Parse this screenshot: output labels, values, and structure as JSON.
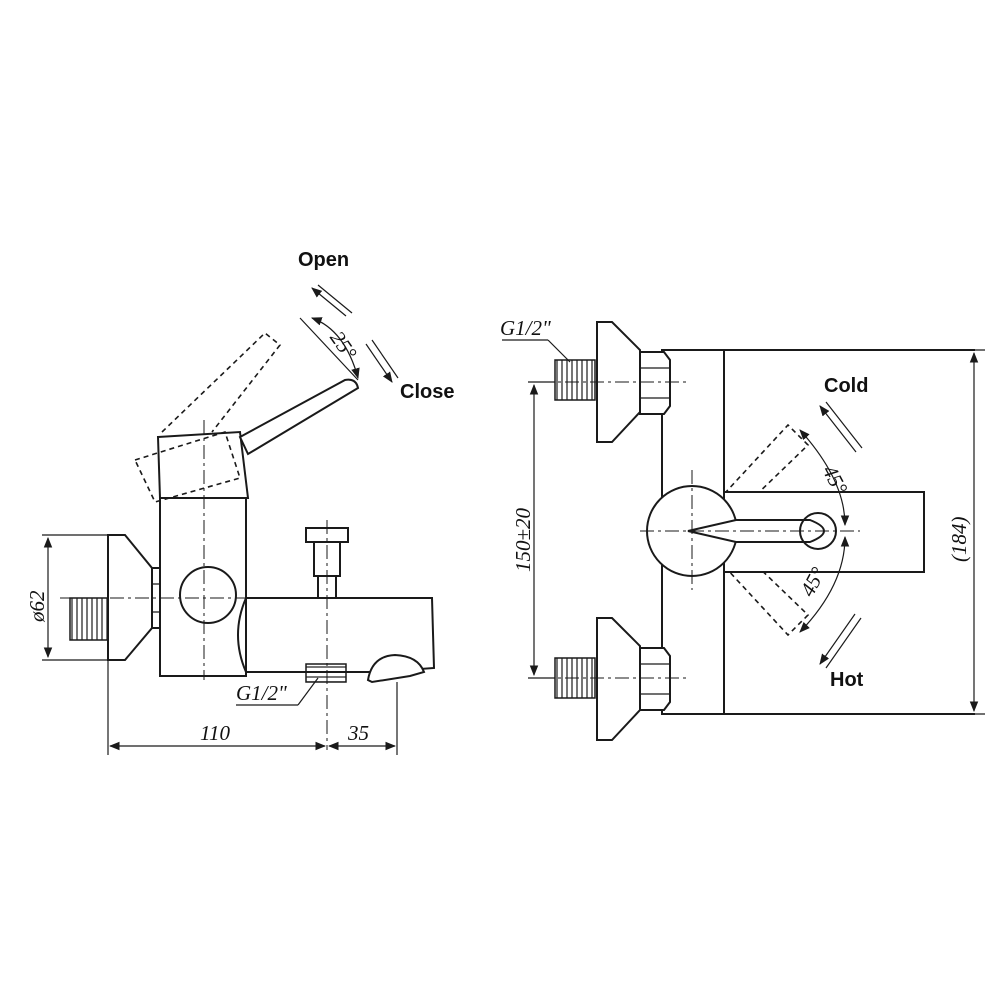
{
  "side_view": {
    "label_open": "Open",
    "label_close": "Close",
    "angle": "25°",
    "thread": "G1/2\"",
    "diameter": "ø62",
    "dim_110": "110",
    "dim_35": "35"
  },
  "front_view": {
    "thread": "G1/2\"",
    "label_cold": "Cold",
    "label_hot": "Hot",
    "angle_top": "45°",
    "angle_bottom": "45°",
    "dim_150": "150±20",
    "dim_184": "(184)"
  },
  "colors": {
    "line": "#1a1a1a",
    "background": "#ffffff"
  }
}
